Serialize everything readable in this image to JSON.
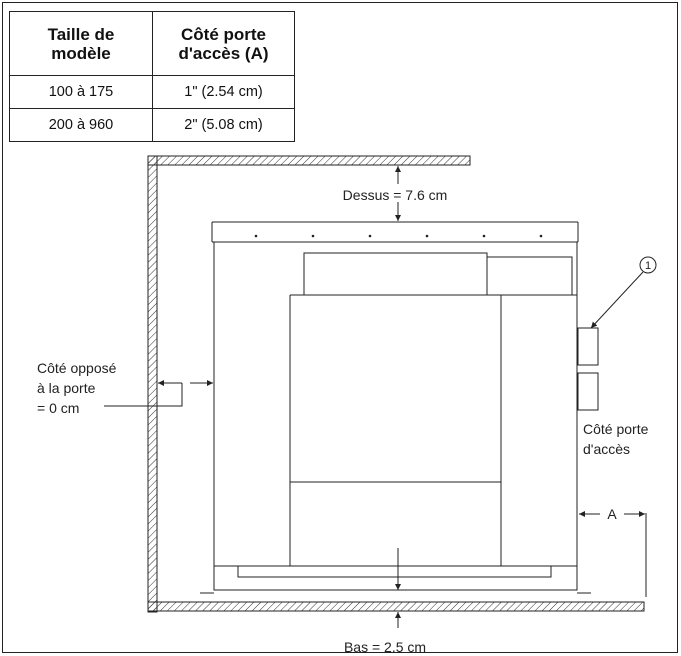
{
  "table": {
    "headers": [
      {
        "line1": "Taille de",
        "line2": "modèle"
      },
      {
        "line1": "Côté porte",
        "line2": "d'accès (A)"
      }
    ],
    "rows": [
      [
        "100 à 175",
        "1\" (2.54 cm)"
      ],
      [
        "200 à 960",
        "2\" (5.08 cm)"
      ]
    ]
  },
  "labels": {
    "top": "Dessus = 7.6 cm",
    "bottom": "Bas = 2.5 cm",
    "opposite_line1": "Côté opposé",
    "opposite_line2": "à la porte",
    "opposite_line3": "= 0 cm",
    "access_line1": "Côté porte",
    "access_line2": "d'accès",
    "dim_a": "A",
    "callout": "1"
  }
}
